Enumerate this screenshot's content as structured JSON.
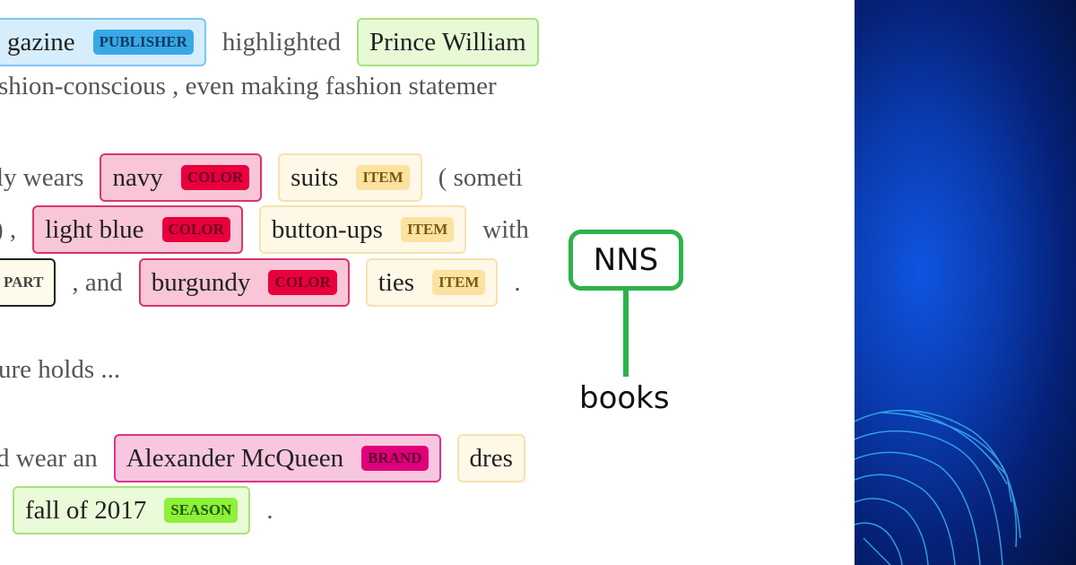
{
  "ner_view": {
    "line1": {
      "ent1_text": "gazine",
      "ent1_label": "PUBLISHER",
      "tok1": "highlighted",
      "ent2_text": "Prince William"
    },
    "line2": {
      "text": "shion-conscious , even making fashion statemer"
    },
    "line3": {
      "tok1": "ly wears",
      "ent1_text": "navy",
      "ent1_label": "COLOR",
      "ent2_text": "suits",
      "ent2_label": "ITEM",
      "tok2": "( someti"
    },
    "line4": {
      "tok1": ") ,",
      "ent1_text": "light blue",
      "ent1_label": "COLOR",
      "ent2_text": "button-ups",
      "ent2_label": "ITEM",
      "tok2": "with"
    },
    "line5": {
      "ent0_label": "PART",
      "tok1": ", and",
      "ent1_text": "burgundy",
      "ent1_label": "COLOR",
      "ent2_text": "ties",
      "ent2_label": "ITEM",
      "tok2": "."
    },
    "line6": {
      "text": "ure holds ..."
    },
    "line7": {
      "tok1": "d wear an",
      "ent1_text": "Alexander McQueen",
      "ent1_label": "BRAND",
      "ent2_text": "dres"
    },
    "line8": {
      "ent1_text": "fall of 2017",
      "ent1_label": "SEASON",
      "tok1": "."
    }
  },
  "pos_tree": {
    "tag": "NNS",
    "word": "books",
    "color": "#2db24a"
  },
  "colors": {
    "publisher": "#3aa8e6",
    "color": "#e8003d",
    "item": "#fbe2a0",
    "brand": "#e0007a",
    "season": "#8ef03a",
    "panel": "#0a3cb0"
  }
}
